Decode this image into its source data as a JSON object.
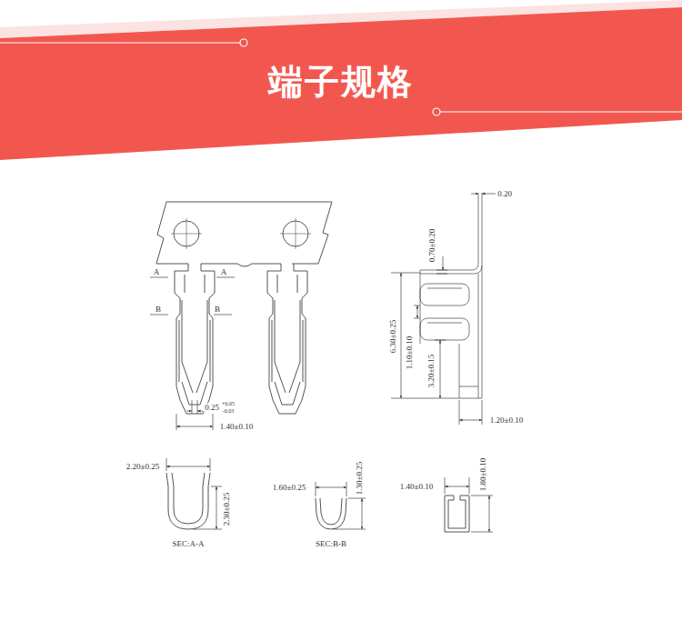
{
  "diagram": {
    "title": "端子规格",
    "labels": [
      "A",
      "A",
      "B",
      "B",
      "0.25",
      "+0.05",
      "-0.03",
      "1.40±0.10",
      "0.20",
      "0.70±0.20",
      "6.30±0.25",
      "1.10±0.10",
      "3.20±0.15",
      "1.20±0.10",
      "2.20±0.25",
      "2.30±0.25",
      "SEC:A-A",
      "1.60±0.25",
      "1.30±0.25",
      "SEC:B-B",
      "1.40±0.10",
      "1.80±0.10"
    ]
  }
}
